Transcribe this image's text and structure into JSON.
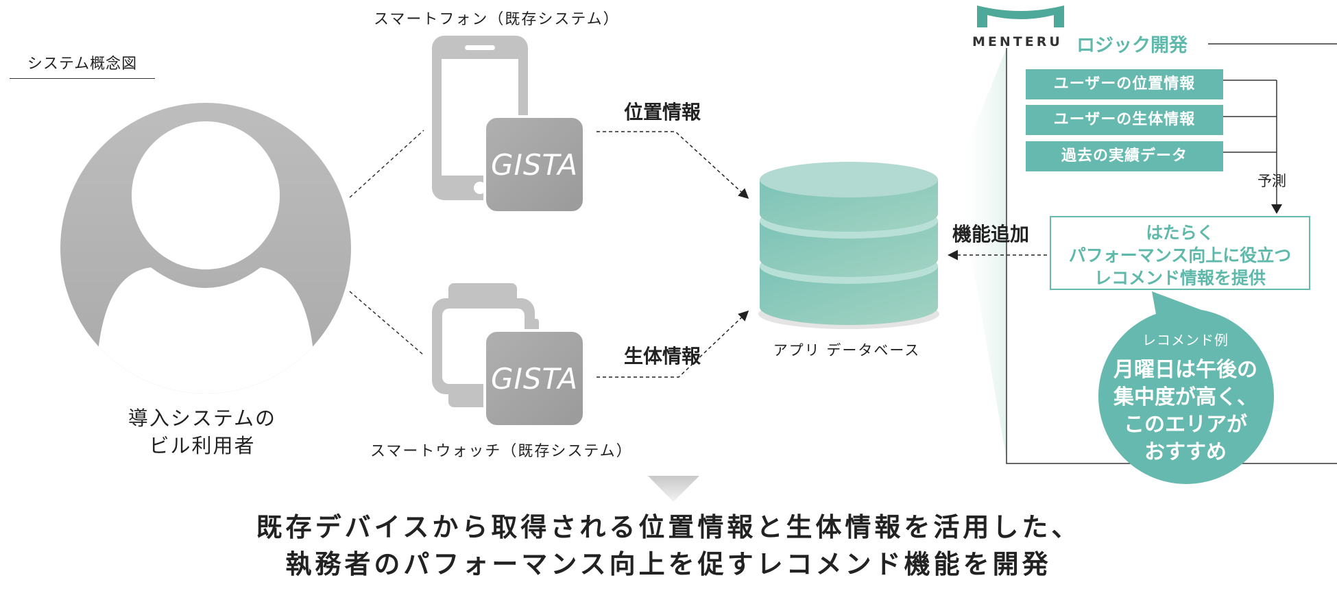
{
  "labels": {
    "concept": "システム概念図",
    "smartphone": "スマートフォン（既存システム）",
    "smartwatch": "スマートウォッチ（既存システム）",
    "user_line1": "導入システムの",
    "user_line2": "ビル利用者",
    "location": "位置情報",
    "biometric": "生体情報",
    "database": "アプリ データベース",
    "gista": "GISTA",
    "feature_add": "機能追加"
  },
  "logic": {
    "brand": "MENTERU",
    "title": "ロジック開発",
    "inputs": [
      "ユーザーの位置情報",
      "ユーザーの生体情報",
      "過去の実績データ"
    ],
    "predict": "予測",
    "recommend_lines": [
      "はたらく",
      "パフォーマンス向上に役立つ",
      "レコメンド情報を提供"
    ],
    "example_title": "レコメンド例",
    "example_lines": [
      "月曜日は午後の",
      "集中度が高く、",
      "このエリアが",
      "おすすめ"
    ]
  },
  "conclusion": {
    "line1": "既存デバイスから取得される位置情報と生体情報を活用した、",
    "line2": "執務者のパフォーマンス向上を促すレコメンド機能を開発"
  },
  "colors": {
    "teal": "#66b9ae",
    "teal_light": "#a6d8ce",
    "gray_device": "#c2c2c2",
    "gray_avatar": "#b4b4b4"
  }
}
